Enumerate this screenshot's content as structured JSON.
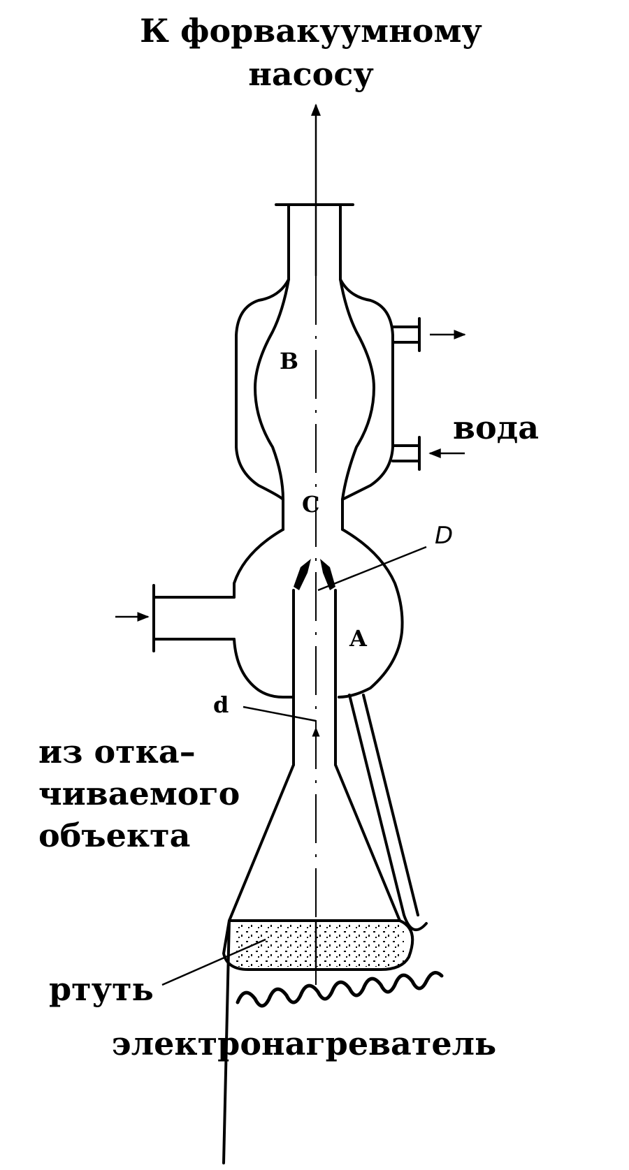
{
  "title": {
    "line1": "К форвакуумному",
    "line2": "насосу"
  },
  "labels": {
    "B": "B",
    "C": "C",
    "D": "D",
    "A": "A",
    "d": "d",
    "water": "вода",
    "source_line1": "из отка–",
    "source_line2": "чиваемого",
    "source_line3": "объекта",
    "mercury": "ртуть",
    "heater": "электронагреватель"
  }
}
